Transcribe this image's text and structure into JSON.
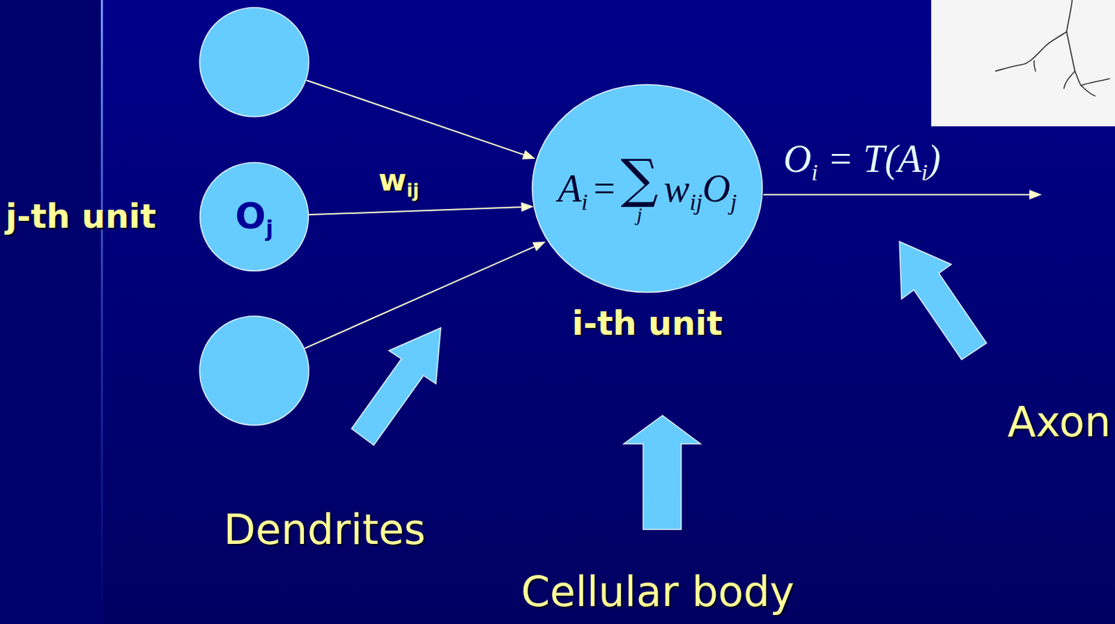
{
  "diagram": {
    "nodes": [
      {
        "text": [
          "j-th unit",
          "Oj"
        ]
      },
      {
        "text": [
          "Ai",
          "=",
          "∑",
          "j",
          "wijOj",
          "i-th unit"
        ]
      }
    ],
    "edges": [
      {
        "from": 0,
        "to": 1,
        "arrow": "to",
        "label": "wij"
      }
    ],
    "labels": [
      "Oi = T(Ai)",
      "Dendrites",
      "Cellular body",
      "Axon"
    ]
  }
}
